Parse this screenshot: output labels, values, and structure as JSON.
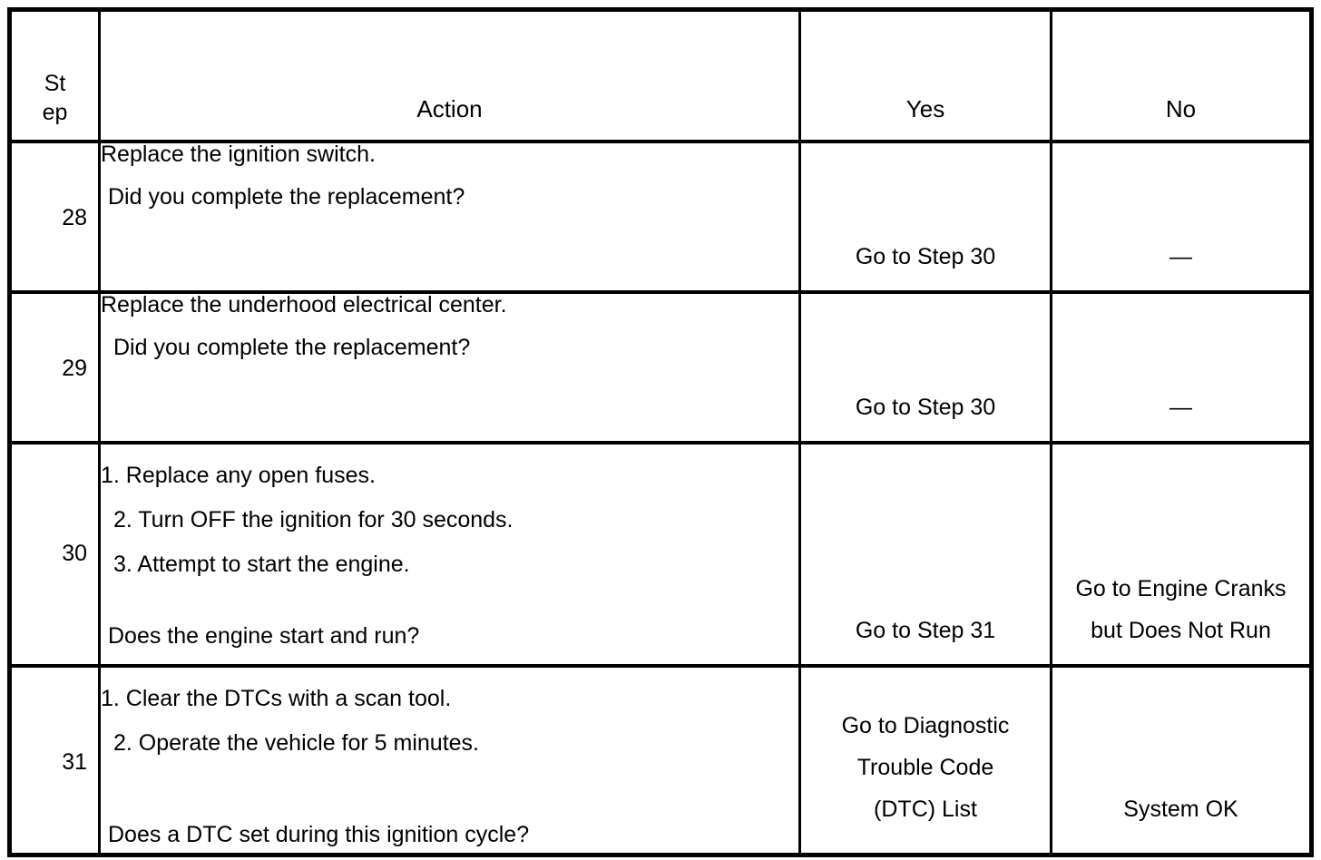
{
  "table": {
    "headers": {
      "step_line1": "St",
      "step_line2": "ep",
      "action": "Action",
      "yes": "Yes",
      "no": "No"
    },
    "rows": [
      {
        "step": "28",
        "action_lines": [
          "Replace the ignition switch.",
          "Did you complete the replacement?"
        ],
        "yes": [
          "Go to Step 30"
        ],
        "no": [
          "—"
        ]
      },
      {
        "step": "29",
        "action_lines": [
          "Replace the underhood electrical center.",
          "Did you complete the replacement?"
        ],
        "yes": [
          "Go to Step 30"
        ],
        "no": [
          "—"
        ]
      },
      {
        "step": "30",
        "action_lines": [
          "1.   Replace any open fuses.",
          "2.   Turn OFF the ignition for 30 seconds.",
          "3.   Attempt to start the engine.",
          "Does the engine start and run?"
        ],
        "yes": [
          "Go to Step 31"
        ],
        "no": [
          "Go to Engine Cranks",
          "but  Does Not Run"
        ]
      },
      {
        "step": "31",
        "action_lines": [
          "1.   Clear the DTCs with a scan tool.",
          "2.   Operate the vehicle for 5 minutes.",
          "Does a DTC set during this ignition cycle?"
        ],
        "yes": [
          "Go to Diagnostic",
          "Trouble Code",
          "(DTC) List"
        ],
        "no": [
          "System OK"
        ]
      }
    ]
  },
  "colors": {
    "border": "#000000",
    "background": "#ffffff",
    "text": "#000000"
  }
}
